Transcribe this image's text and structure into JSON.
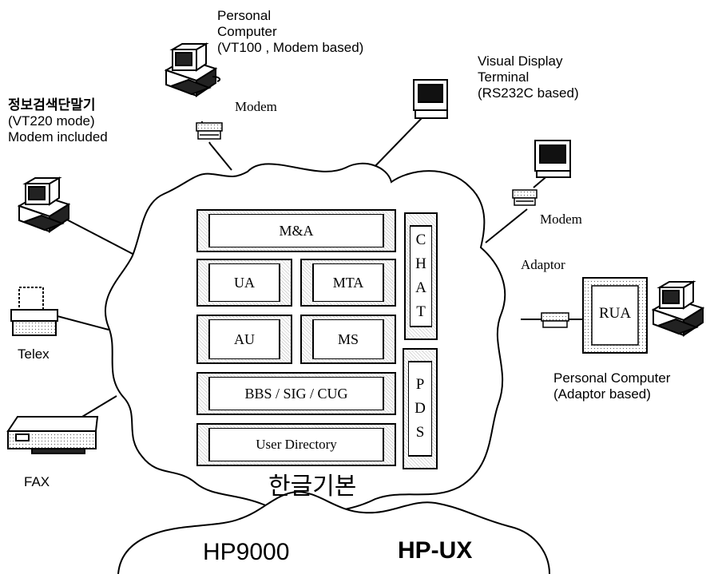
{
  "devices": {
    "pc_modem_label": [
      "Personal",
      "Computer",
      "(VT100 , Modem based)"
    ],
    "modem_label_1": "Modem",
    "vdt_label": [
      "Visual Display",
      "Terminal",
      "(RS232C based)"
    ],
    "terminal_label": [
      "정보검색단말기",
      "(VT220 mode)",
      "Modem included"
    ],
    "modem_label_2": "Modem",
    "adaptor_label": "Adaptor",
    "pc_adaptor_label": [
      "Personal Computer",
      "(Adaptor based)"
    ],
    "telex_label": "Telex",
    "fax_label": "FAX"
  },
  "modules": {
    "ma": "M&A",
    "ua": "UA",
    "mta": "MTA",
    "au": "AU",
    "ms": "MS",
    "bbs": "BBS / SIG / CUG",
    "user_directory": "User Directory",
    "chat": [
      "C",
      "H",
      "A",
      "T"
    ],
    "pds": [
      "P",
      "D",
      "S"
    ],
    "rua": "RUA"
  },
  "platform": {
    "hangul_base": "한글기본",
    "hp9000": "HP9000",
    "hpux": "HP-UX"
  }
}
